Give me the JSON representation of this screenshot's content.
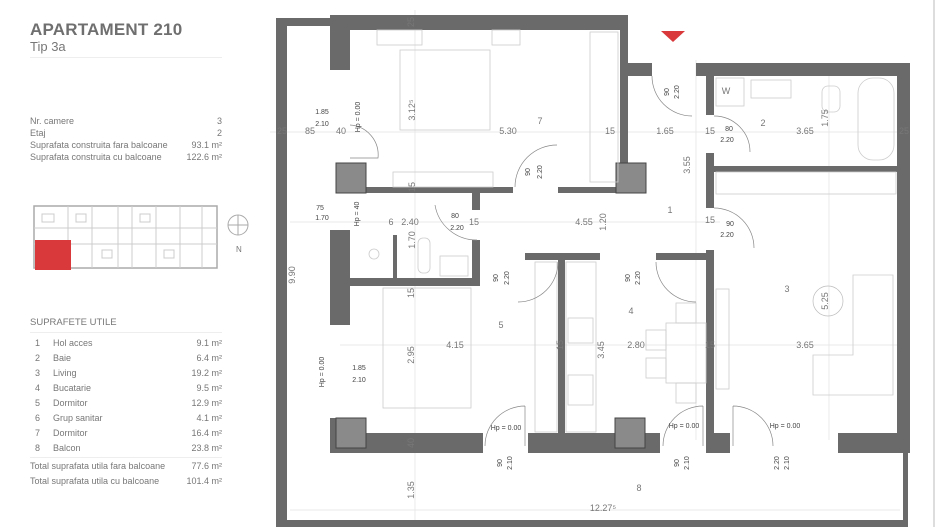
{
  "header": {
    "title": "APARTAMENT 210",
    "subtitle": "Tip 3a"
  },
  "summary": [
    {
      "label": "Nr. camere",
      "value": "3"
    },
    {
      "label": "Etaj",
      "value": "2"
    },
    {
      "label": "Suprafata construita fara balcoane",
      "value": "93.1 m²"
    },
    {
      "label": "Suprafata construita cu balcoane",
      "value": "122.6 m²"
    }
  ],
  "minimap": {
    "highlight_color": "#d9393b",
    "compass_label": "N"
  },
  "areas": {
    "heading": "SUPRAFETE UTILE",
    "rooms": [
      {
        "num": "1",
        "name": "Hol acces",
        "area": "9.1 m²"
      },
      {
        "num": "2",
        "name": "Baie",
        "area": "6.4 m²"
      },
      {
        "num": "3",
        "name": "Living",
        "area": "19.2 m²"
      },
      {
        "num": "4",
        "name": "Bucatarie",
        "area": "9.5 m²"
      },
      {
        "num": "5",
        "name": "Dormitor",
        "area": "12.9 m²"
      },
      {
        "num": "6",
        "name": "Grup sanitar",
        "area": "4.1 m²"
      },
      {
        "num": "7",
        "name": "Dormitor",
        "area": "16.4 m²"
      },
      {
        "num": "8",
        "name": "Balcon",
        "area": "23.8 m²"
      }
    ],
    "totals": [
      {
        "label": "Total suprafata utila fara balcoane",
        "value": "77.6 m²"
      },
      {
        "label": "Total suprafata utila cu balcoane",
        "value": "101.4 m²"
      }
    ]
  },
  "plan": {
    "wall_color": "#6a6a6a",
    "entrance_marker_color": "#d9393b",
    "labels": [
      "25",
      "3.12⁵",
      "7",
      "5.30",
      "15",
      "1.85",
      "2.10",
      "25",
      "85",
      "40",
      "Hp = 0.00",
      "90",
      "2.20",
      "15",
      "75",
      "1.70",
      "Hp = 40",
      "6",
      "2.40",
      "80",
      "2.20",
      "15",
      "4.55",
      "1.20",
      "1.70",
      "90",
      "2.20",
      "W",
      "2",
      "1.65",
      "15",
      "80",
      "2.20",
      "3.65",
      "1.75",
      "25",
      "3.55",
      "1",
      "15",
      "90",
      "2.20",
      "9.90",
      "90",
      "2.20",
      "15",
      "5",
      "4.15",
      "2.95",
      "1.85",
      "2.10",
      "Hp = 0.00",
      "15",
      "3.45",
      "Hp = 0.00",
      "40",
      "90",
      "2.10",
      "1.35",
      "12.27⁵",
      "90",
      "2.20",
      "4",
      "2.80",
      "15",
      "3",
      "5.25",
      "3.65",
      "Hp = 0.00",
      "Hp = 0.00",
      "90",
      "2.10",
      "2.20",
      "2.10",
      "8"
    ]
  }
}
